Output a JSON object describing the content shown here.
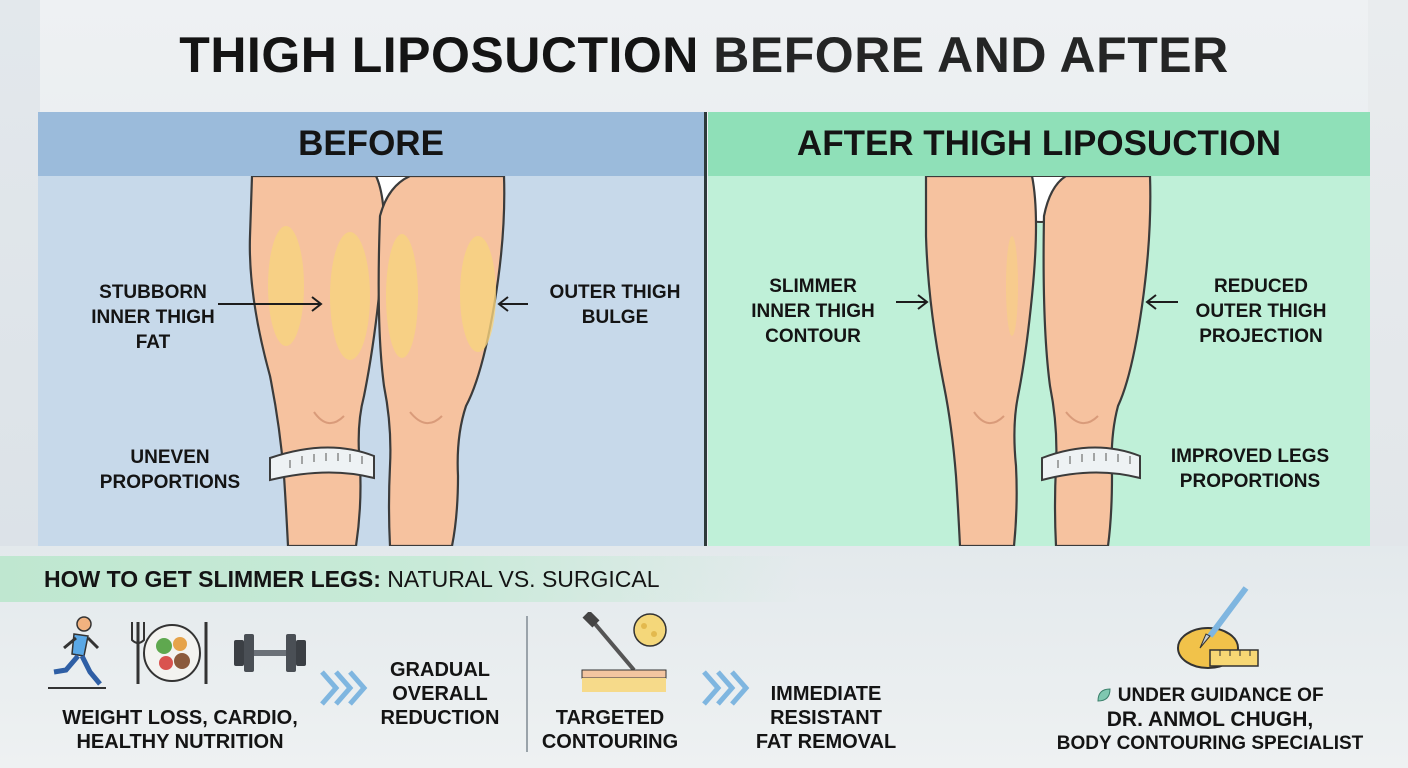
{
  "title": {
    "bold": "THIGH LIPOSUCTION",
    "rest": "BEFORE AND AFTER"
  },
  "before": {
    "header": "BEFORE",
    "labels": {
      "inner_fat": [
        "STUBBORN",
        "INNER THIGH",
        "FAT"
      ],
      "outer_bulge": [
        "OUTER THIGH",
        "BULGE"
      ],
      "proportions": [
        "UNEVEN",
        "PROPORTIONS"
      ]
    }
  },
  "after": {
    "header": "AFTER THIGH LIPOSUCTION",
    "labels": {
      "inner_contour": [
        "SLIMMER",
        "INNER THIGH",
        "CONTOUR"
      ],
      "outer_projection": [
        "REDUCED",
        "OUTER THIGH",
        "PROJECTION"
      ],
      "proportions": [
        "IMPROVED LEGS",
        "PROPORTIONS"
      ]
    }
  },
  "how": {
    "title_bold": "HOW TO GET SLIMMER LEGS:",
    "title_rest": "NATURAL VS. SURGICAL",
    "natural_method": [
      "WEIGHT LOSS, CARDIO,",
      "HEALTHY NUTRITION"
    ],
    "natural_result": [
      "GRADUAL",
      "OVERALL",
      "REDUCTION"
    ],
    "surgical_method": [
      "TARGETED",
      "CONTOURING"
    ],
    "surgical_result": [
      "IMMEDIATE",
      "RESISTANT",
      "FAT REMOVAL"
    ],
    "guidance": [
      "UNDER GUIDANCE OF",
      "DR. ANMOL CHUGH,",
      "BODY CONTOURING SPECIALIST"
    ]
  },
  "icons": [
    "runner-icon",
    "healthy-plate-icon",
    "dumbbell-icon",
    "chevrons-right-icon",
    "cannula-icon",
    "fat-cell-icon",
    "skin-layer-icon",
    "tape-measure-scalpel-icon",
    "leaf-icon"
  ],
  "colors": {
    "before_header": "#9bbbdb",
    "before_bg": "#c7d9ea",
    "after_header": "#8fe0b8",
    "after_bg": "#bff0d8",
    "skin": "#f6c29f",
    "fat": "#f7d37e"
  }
}
